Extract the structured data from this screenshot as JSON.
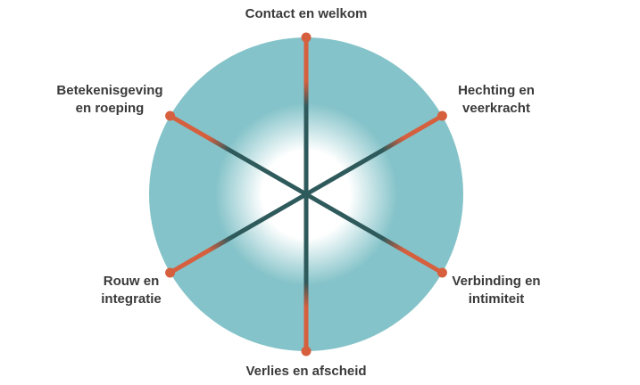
{
  "colors": {
    "circle_fill": "#84c3c9",
    "center_glow": "#ffffff",
    "spoke_inner": "#2f5a5c",
    "spoke_outer": "#d65f3e",
    "label_text": "#3a3a3a"
  },
  "labels": {
    "top": {
      "line1": "Contact en welkom",
      "line2": ""
    },
    "top_right": {
      "line1": "Hechting en",
      "line2": "veerkracht"
    },
    "bottom_right": {
      "line1": "Verbinding en",
      "line2": "intimiteit"
    },
    "bottom": {
      "line1": "Verlies en afscheid",
      "line2": ""
    },
    "bottom_left": {
      "line1": "Rouw en",
      "line2": "integratie"
    },
    "top_left": {
      "line1": "Betekenisgeving",
      "line2": "en roeping"
    }
  }
}
